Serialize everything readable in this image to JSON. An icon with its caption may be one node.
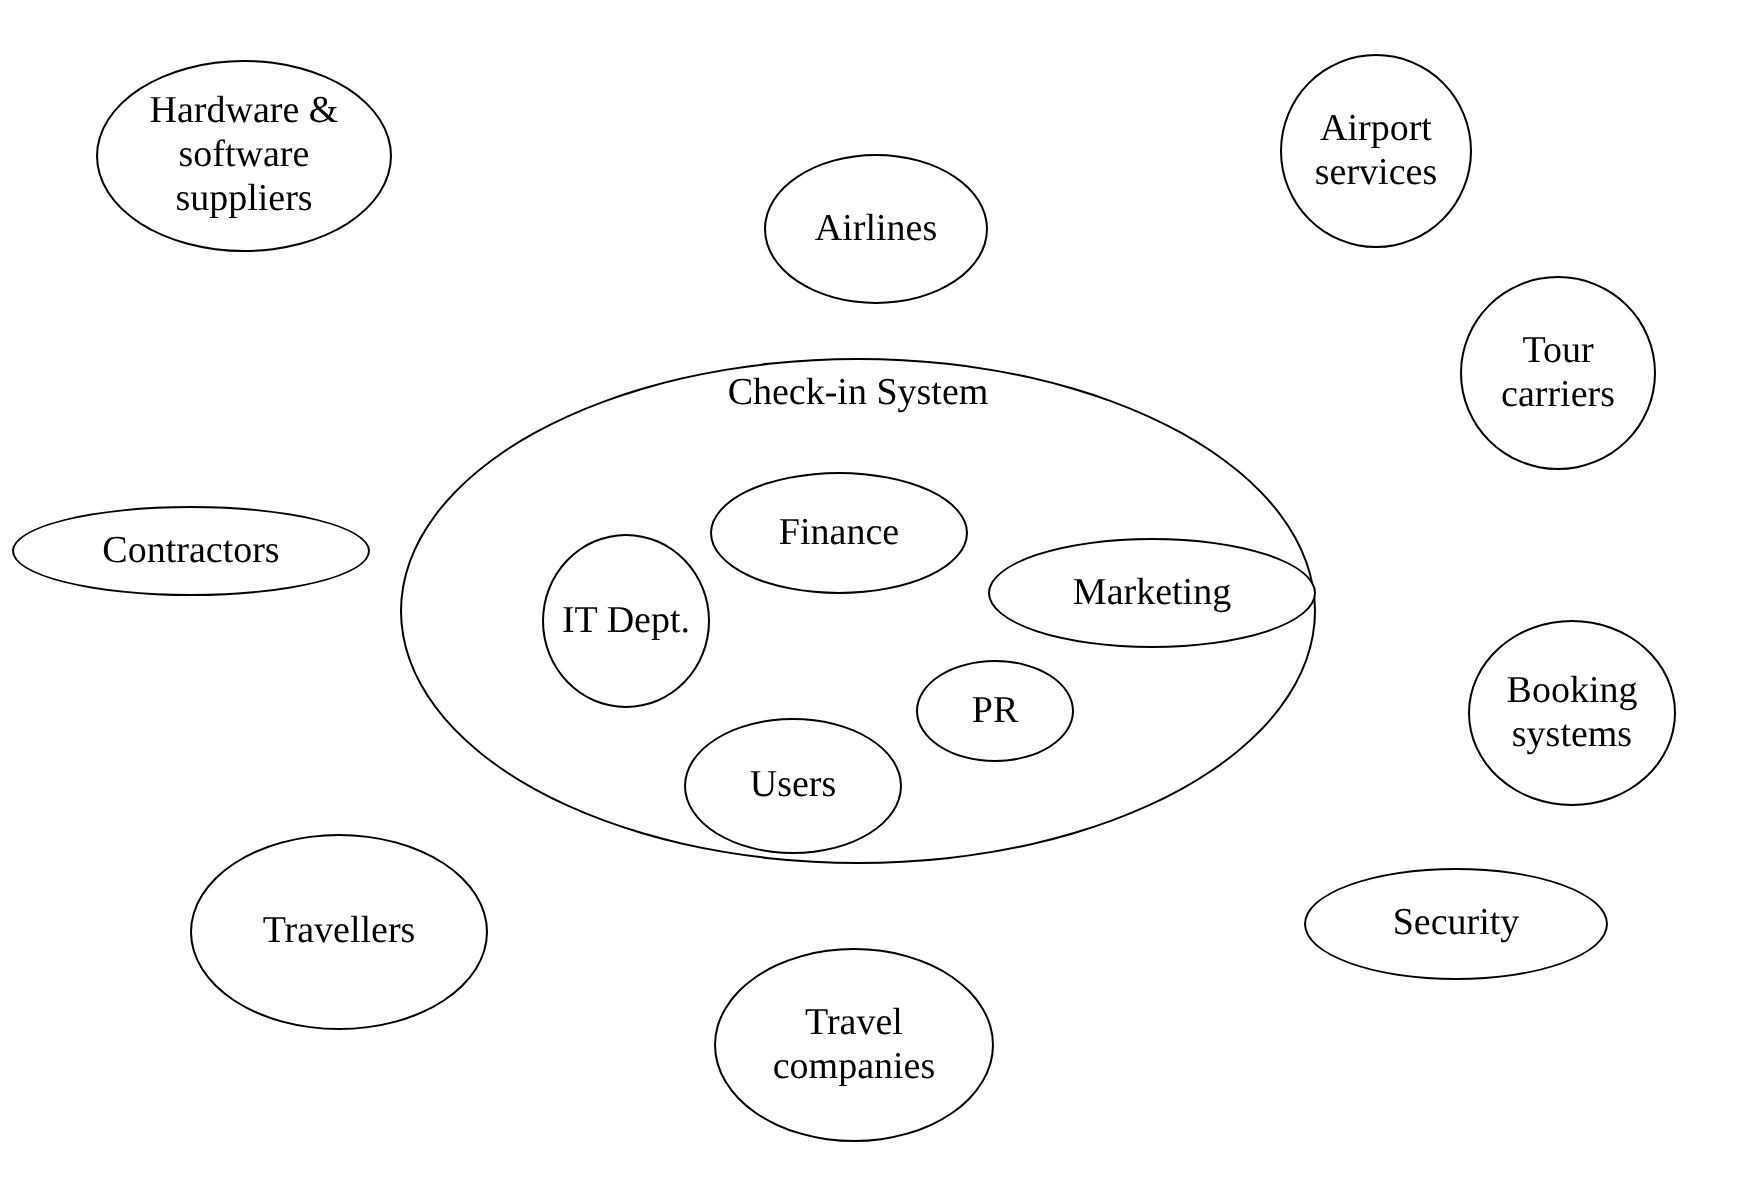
{
  "diagram": {
    "nodes": [
      {
        "text": [
          "Hardware & software suppliers"
        ]
      },
      {
        "text": [
          "Airlines"
        ]
      },
      {
        "text": [
          "Airport services"
        ]
      },
      {
        "text": [
          "Tour carriers"
        ]
      },
      {
        "text": [
          "Check-in System"
        ]
      },
      {
        "text": [
          "Finance"
        ],
        "in": 4
      },
      {
        "text": [
          "IT Dept."
        ],
        "in": 4
      },
      {
        "text": [
          "Marketing"
        ],
        "in": 4
      },
      {
        "text": [
          "PR"
        ],
        "in": 4
      },
      {
        "text": [
          "Users"
        ],
        "in": 4
      },
      {
        "text": [
          "Contractors"
        ]
      },
      {
        "text": [
          "Booking systems"
        ]
      },
      {
        "text": [
          "Travellers"
        ]
      },
      {
        "text": [
          "Security"
        ]
      },
      {
        "text": [
          "Travel companies"
        ]
      }
    ]
  }
}
